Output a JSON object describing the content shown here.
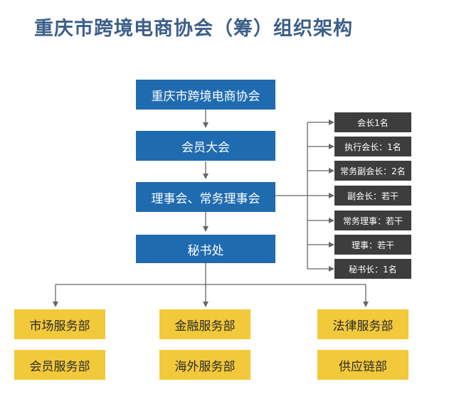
{
  "title": "重庆市跨境电商协会（筹）组织架构",
  "colors": {
    "title": "#3c5f89",
    "main_box": "#1f6bb0",
    "role_box": "#3d3d3d",
    "dept_box": "#f2c93a",
    "connector": "#666666"
  },
  "main_chain": [
    "重庆市跨境电商协会",
    "会员大会",
    "理事会、常务理事会",
    "秘书处"
  ],
  "board_roles": [
    "会长1名",
    "执行会长：1名",
    "常务副会长：2名",
    "副会长：若干",
    "常务理事：若干",
    "理事：若干",
    "秘书长：1名"
  ],
  "departments": {
    "left": [
      "市场服务部",
      "会员服务部"
    ],
    "center": [
      "金融服务部",
      "海外服务部"
    ],
    "right": [
      "法律服务部",
      "供应链部"
    ]
  }
}
